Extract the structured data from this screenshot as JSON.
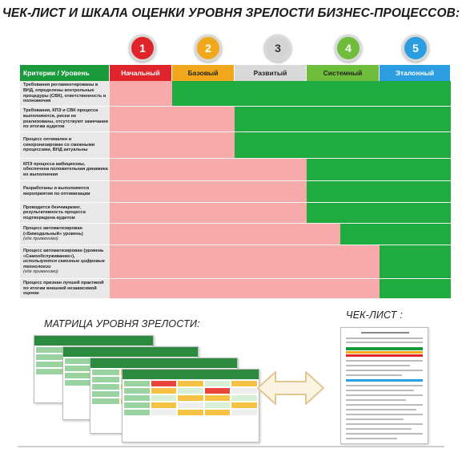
{
  "title": "ЧЕК-ЛИСТ И ШКАЛА ОЦЕНКИ УРОВНЯ ЗРЕЛОСТИ БИЗНЕС-ПРОЦЕССОВ:",
  "levels": [
    {
      "num": "1",
      "label": "Начальный",
      "color": "#e0242b"
    },
    {
      "num": "2",
      "label": "Базовый",
      "color": "#f2a81d"
    },
    {
      "num": "3",
      "label": "Развитый",
      "color": "#d4d4d4"
    },
    {
      "num": "4",
      "label": "Системный",
      "color": "#6ebe3b"
    },
    {
      "num": "5",
      "label": "Эталонный",
      "color": "#2b9de0"
    }
  ],
  "header_criteria": "Критерии / Уровень",
  "criteria": [
    {
      "text": "Требования регламентированы в ВНД, определены контрольные процедуры (СВК), ответственность и полномочия",
      "green_from": 2,
      "half": false
    },
    {
      "text": "Требования, КПЭ и СВК процесса выполняются, риски не реализованы, отсутствуют замечания по итогам аудитов",
      "green_from": 3,
      "half": false
    },
    {
      "text": "Процесс оптимален и синхронизирован со смежными процессами, ВНД актуальны",
      "green_from": 3,
      "half": false
    },
    {
      "text": "КПЭ процесса амбициозны, обеспечена положительная динамика их выполнения",
      "green_from": 4,
      "half": false
    },
    {
      "text": "Разработаны и выполняются мероприятия по оптимизации",
      "green_from": 4,
      "half": false
    },
    {
      "text": "Проводится бенчмаркинг, результативность процесса подтверждена аудитом",
      "green_from": 4,
      "half": false
    },
    {
      "text": "Процесс автоматизирован («Бимодальный» уровень)",
      "note": "(где применимо)",
      "green_from": 4,
      "half": true
    },
    {
      "text": "Процесс автоматизирован (уровень «Самообслуживание»),",
      "bold_italic": "используются сквозные цифровые технологии",
      "note": "(где применимо)",
      "green_from": 5,
      "half": false
    },
    {
      "text": "Процесс признан лучшей практикой по итогам внешней независимой оценки",
      "green_from": 5,
      "half": false
    }
  ],
  "matrix_label": "МАТРИЦА УРОВНЯ ЗРЕЛОСТИ:",
  "checklist_label": "ЧЕК-ЛИСТ :",
  "colors": {
    "header_bar": "#1a9a3a",
    "red_cell": "#f8aaaa",
    "green_cell": "#1fab3f",
    "arrow": "#e6cfa0"
  }
}
